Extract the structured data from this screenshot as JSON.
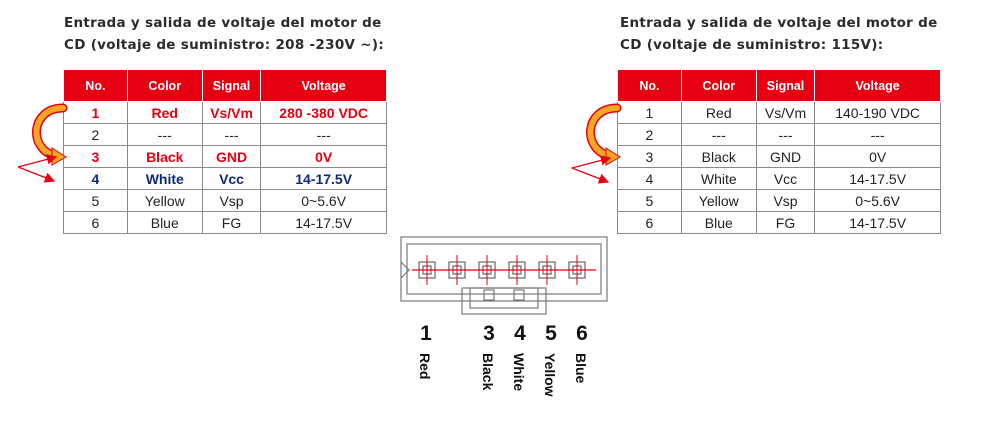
{
  "left_panel": {
    "title_line1": "Entrada y salida de voltaje del motor de",
    "title_line2": "CD (voltaje de suministro: 208 -230V ~):",
    "headers": [
      "No.",
      "Color",
      "Signal",
      "Voltage"
    ],
    "rows": [
      {
        "no": "1",
        "color": "Red",
        "signal": "Vs/Vm",
        "voltage": "280 -380 VDC"
      },
      {
        "no": "2",
        "color": "---",
        "signal": "---",
        "voltage": "---"
      },
      {
        "no": "3",
        "color": "Black",
        "signal": "GND",
        "voltage": "0V"
      },
      {
        "no": "4",
        "color": "White",
        "signal": "Vcc",
        "voltage": "14-17.5V"
      },
      {
        "no": "5",
        "color": "Yellow",
        "signal": "Vsp",
        "voltage": "0~5.6V"
      },
      {
        "no": "6",
        "color": "Blue",
        "signal": "FG",
        "voltage": "14-17.5V"
      }
    ]
  },
  "right_panel": {
    "title_line1": "Entrada y salida de voltaje del motor de",
    "title_line2": "CD (voltaje de suministro: 115V):",
    "headers": [
      "No.",
      "Color",
      "Signal",
      "Voltage"
    ],
    "rows": [
      {
        "no": "1",
        "color": "Red",
        "signal": "Vs/Vm",
        "voltage": "140-190 VDC"
      },
      {
        "no": "2",
        "color": "---",
        "signal": "---",
        "voltage": "---"
      },
      {
        "no": "3",
        "color": "Black",
        "signal": "GND",
        "voltage": "0V"
      },
      {
        "no": "4",
        "color": "White",
        "signal": "Vcc",
        "voltage": "14-17.5V"
      },
      {
        "no": "5",
        "color": "Yellow",
        "signal": "Vsp",
        "voltage": "0~5.6V"
      },
      {
        "no": "6",
        "color": "Blue",
        "signal": "FG",
        "voltage": "14-17.5V"
      }
    ]
  },
  "connector": {
    "pins": [
      {
        "number": "1",
        "color": "Red"
      },
      {
        "number": "3",
        "color": "Black"
      },
      {
        "number": "4",
        "color": "White"
      },
      {
        "number": "5",
        "color": "Yellow"
      },
      {
        "number": "6",
        "color": "Blue"
      }
    ]
  },
  "colors": {
    "header_red": "#e60012",
    "highlight_blue": "#0b2a7a",
    "arrow_fill": "#f5a623",
    "arrow_outline": "#e60012"
  }
}
